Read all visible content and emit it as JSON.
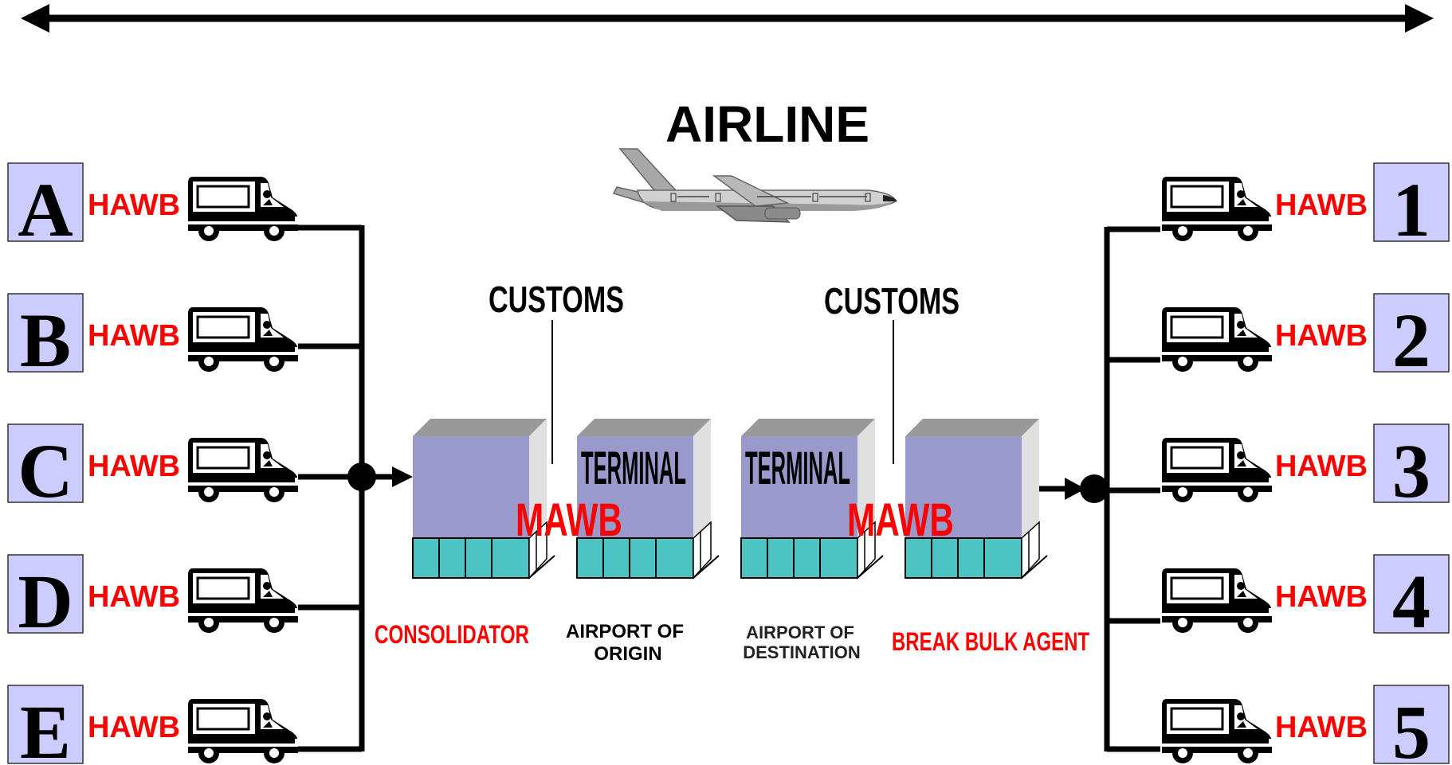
{
  "title": "AIRLINE",
  "shippers": [
    {
      "letter": "A",
      "doc": "HAWB"
    },
    {
      "letter": "B",
      "doc": "HAWB"
    },
    {
      "letter": "C",
      "doc": "HAWB"
    },
    {
      "letter": "D",
      "doc": "HAWB"
    },
    {
      "letter": "E",
      "doc": "HAWB"
    }
  ],
  "consignees": [
    {
      "number": "1",
      "doc": "HAWB"
    },
    {
      "number": "2",
      "doc": "HAWB"
    },
    {
      "number": "3",
      "doc": "HAWB"
    },
    {
      "number": "4",
      "doc": "HAWB"
    },
    {
      "number": "5",
      "doc": "HAWB"
    }
  ],
  "customs_left": "CUSTOMS",
  "customs_right": "CUSTOMS",
  "terminal_left": "TERMINAL",
  "terminal_right": "TERMINAL",
  "mawb_left": "MAWB",
  "mawb_right": "MAWB",
  "consolidator": "CONSOLIDATOR",
  "airport_origin_line1": "AIRPORT OF",
  "airport_origin_line2": "ORIGIN",
  "airport_dest_line1": "AIRPORT OF",
  "airport_dest_line2": "DESTINATION",
  "break_bulk": "BREAK BULK AGENT",
  "colors": {
    "box_fill": "#ccccff",
    "container_front": "#9999cc",
    "container_top": "#999999",
    "container_side": "#e0e0e0",
    "pallet": "#4cc4c4",
    "red": "#ff0000"
  }
}
